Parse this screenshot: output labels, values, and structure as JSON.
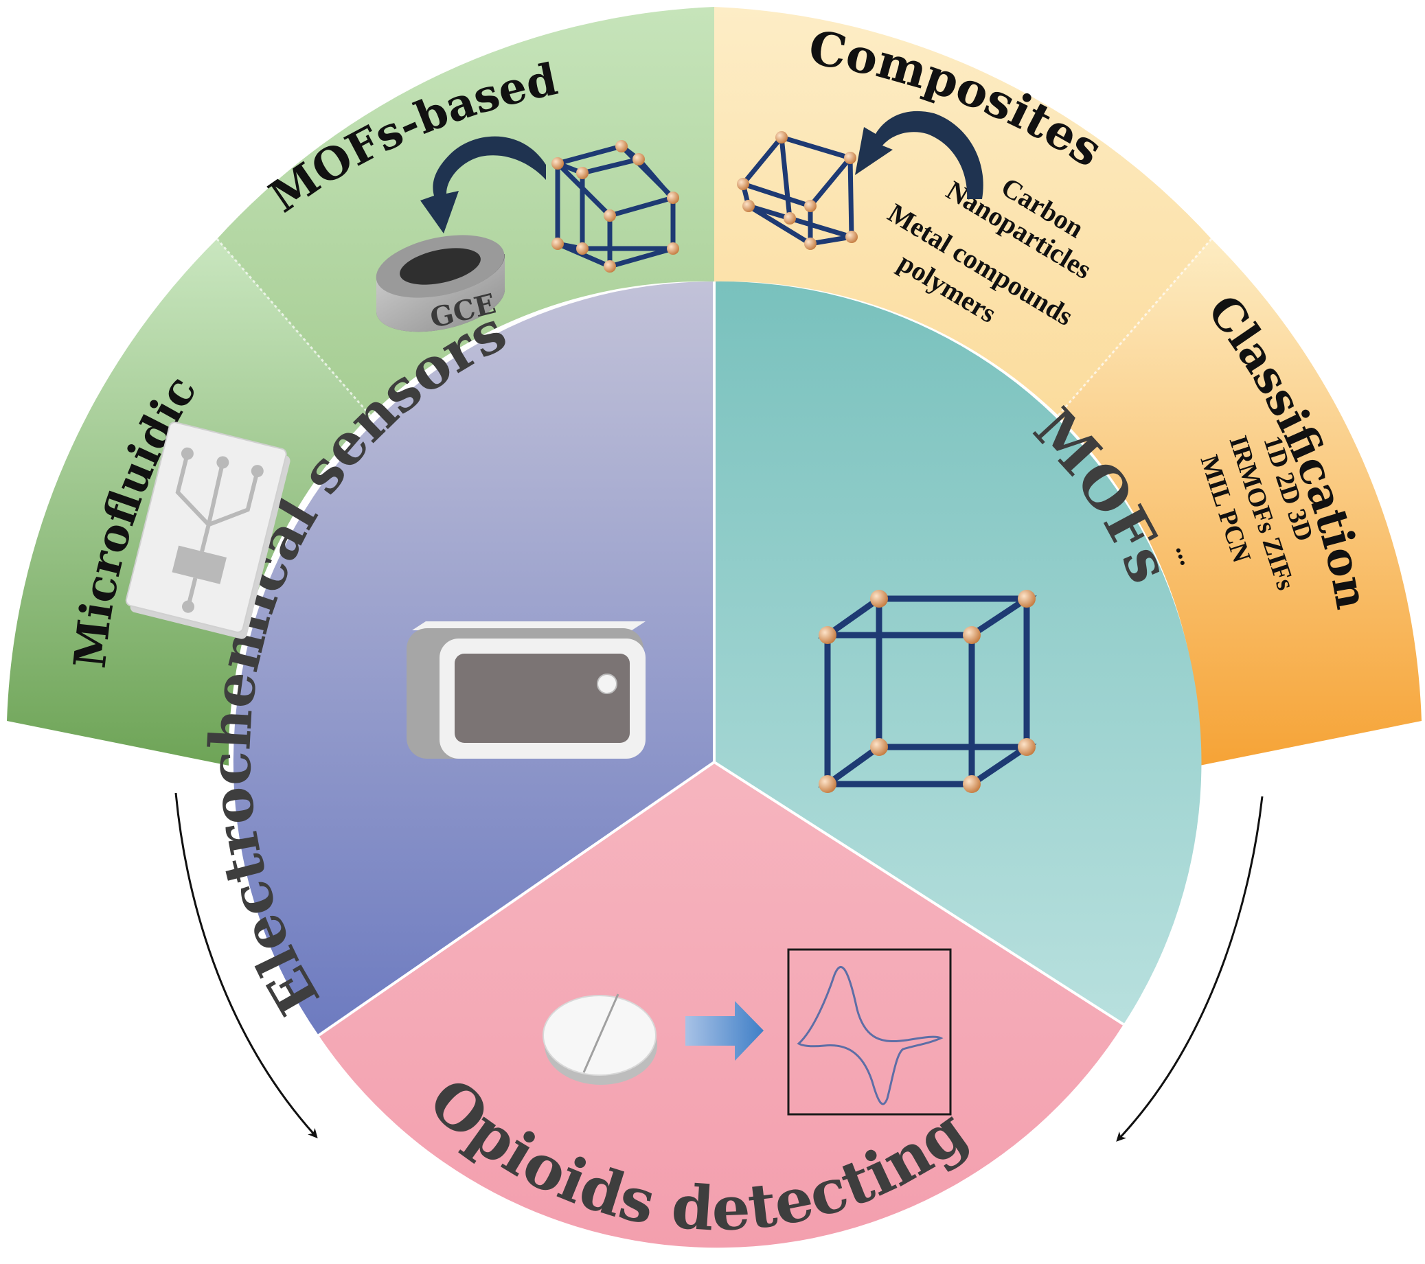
{
  "outer_ring": {
    "microfluidic": {
      "title": "Microfluidic"
    },
    "mofs_based": {
      "title": "MOFs-based",
      "electrode_label": "GCE"
    },
    "composites": {
      "title": "Composites",
      "items": [
        "Carbon",
        "Nanoparticles",
        "Metal compounds",
        "polymers"
      ]
    },
    "classification": {
      "title": "Classification",
      "items": [
        "1D 2D 3D",
        "IRMOFs ZIFs",
        "MIL PCN",
        "..."
      ]
    }
  },
  "inner_circle": {
    "electrochemical": {
      "title": "Electrochemical sensors"
    },
    "mofs": {
      "title": "MOFs"
    },
    "opioids": {
      "title": "Opioids detecting"
    }
  },
  "colors": {
    "green": "#9fcd8e",
    "orange": "#fbd58a",
    "purple": "#9aa0cc",
    "teal": "#8fcdc9",
    "pink": "#f6b2bd",
    "node": "#d9935a",
    "bond": "#1e3a73"
  }
}
